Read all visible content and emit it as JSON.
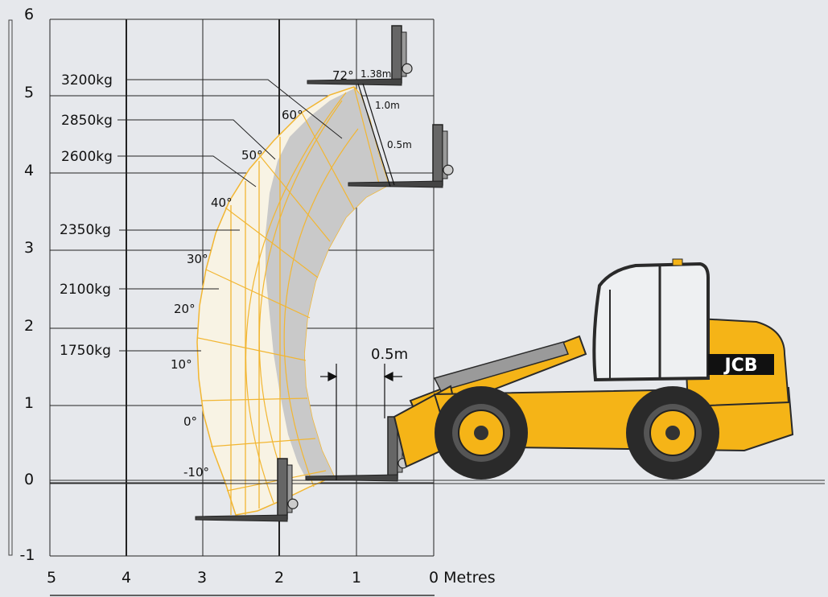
{
  "axes": {
    "y_ticks": [
      "6",
      "5",
      "4",
      "3",
      "2",
      "1",
      "0",
      "-1"
    ],
    "x_ticks": [
      "5",
      "4",
      "3",
      "2",
      "1",
      "0 Metres"
    ]
  },
  "capacity_labels": [
    "3200kg",
    "2850kg",
    "2600kg",
    "2350kg",
    "2100kg",
    "1750kg"
  ],
  "angle_labels": [
    "72°",
    "60°",
    "50°",
    "40°",
    "30°",
    "20°",
    "10°",
    "0°",
    "-10°"
  ],
  "extension_labels": [
    "1.38m",
    "1.0m",
    "0.5m"
  ],
  "offset_label": "0.5m",
  "brand": "JCB",
  "colors": {
    "background": "#e6e8ec",
    "envelope_fill": "#c9c9c9",
    "envelope_lines": "#f2b632",
    "machine_yellow": "#f5b417",
    "machine_dark": "#2a2a2a"
  }
}
